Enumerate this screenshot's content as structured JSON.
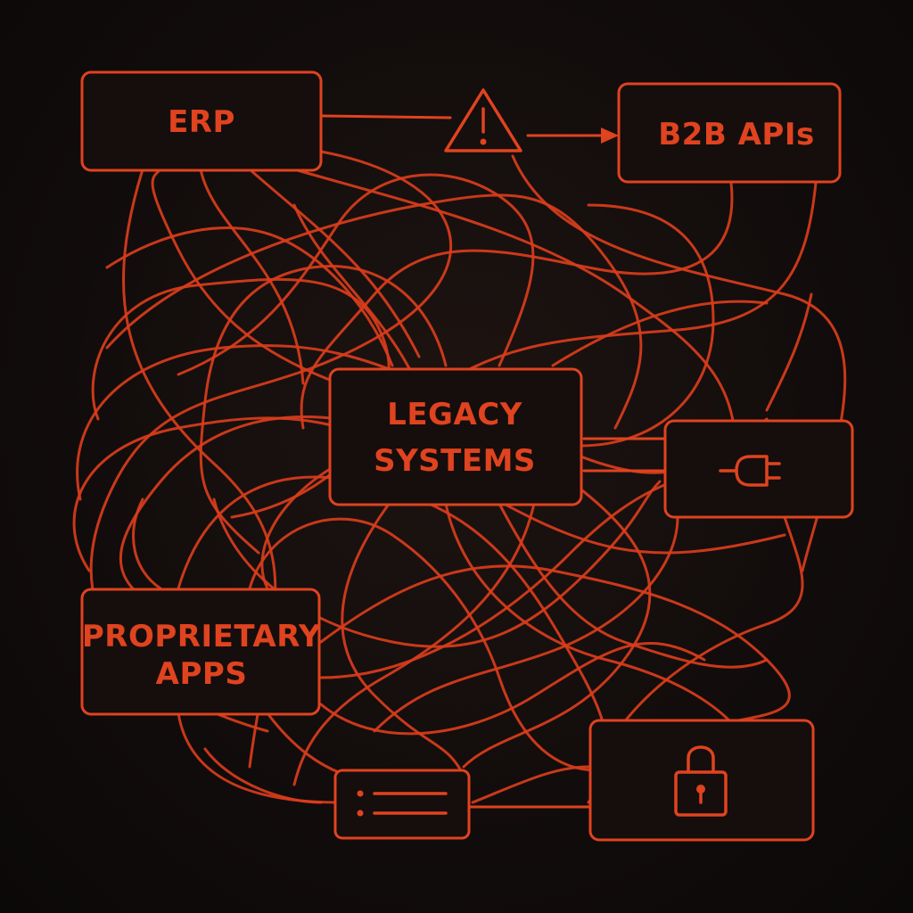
{
  "nodes": {
    "erp": {
      "label": "ERP"
    },
    "b2b_apis": {
      "label": "B2B APIs"
    },
    "legacy_systems": {
      "line1": "LEGACY",
      "line2": "SYSTEMS"
    },
    "proprietary_apps": {
      "line1": "PROPRIETARY",
      "line2": "APPS"
    }
  },
  "icons": {
    "warning": "warning-icon",
    "plug": "plug-icon",
    "server": "server-icon",
    "lock": "padlock-icon"
  },
  "colors": {
    "accent": "#e0431f",
    "background": "#120d0c"
  }
}
